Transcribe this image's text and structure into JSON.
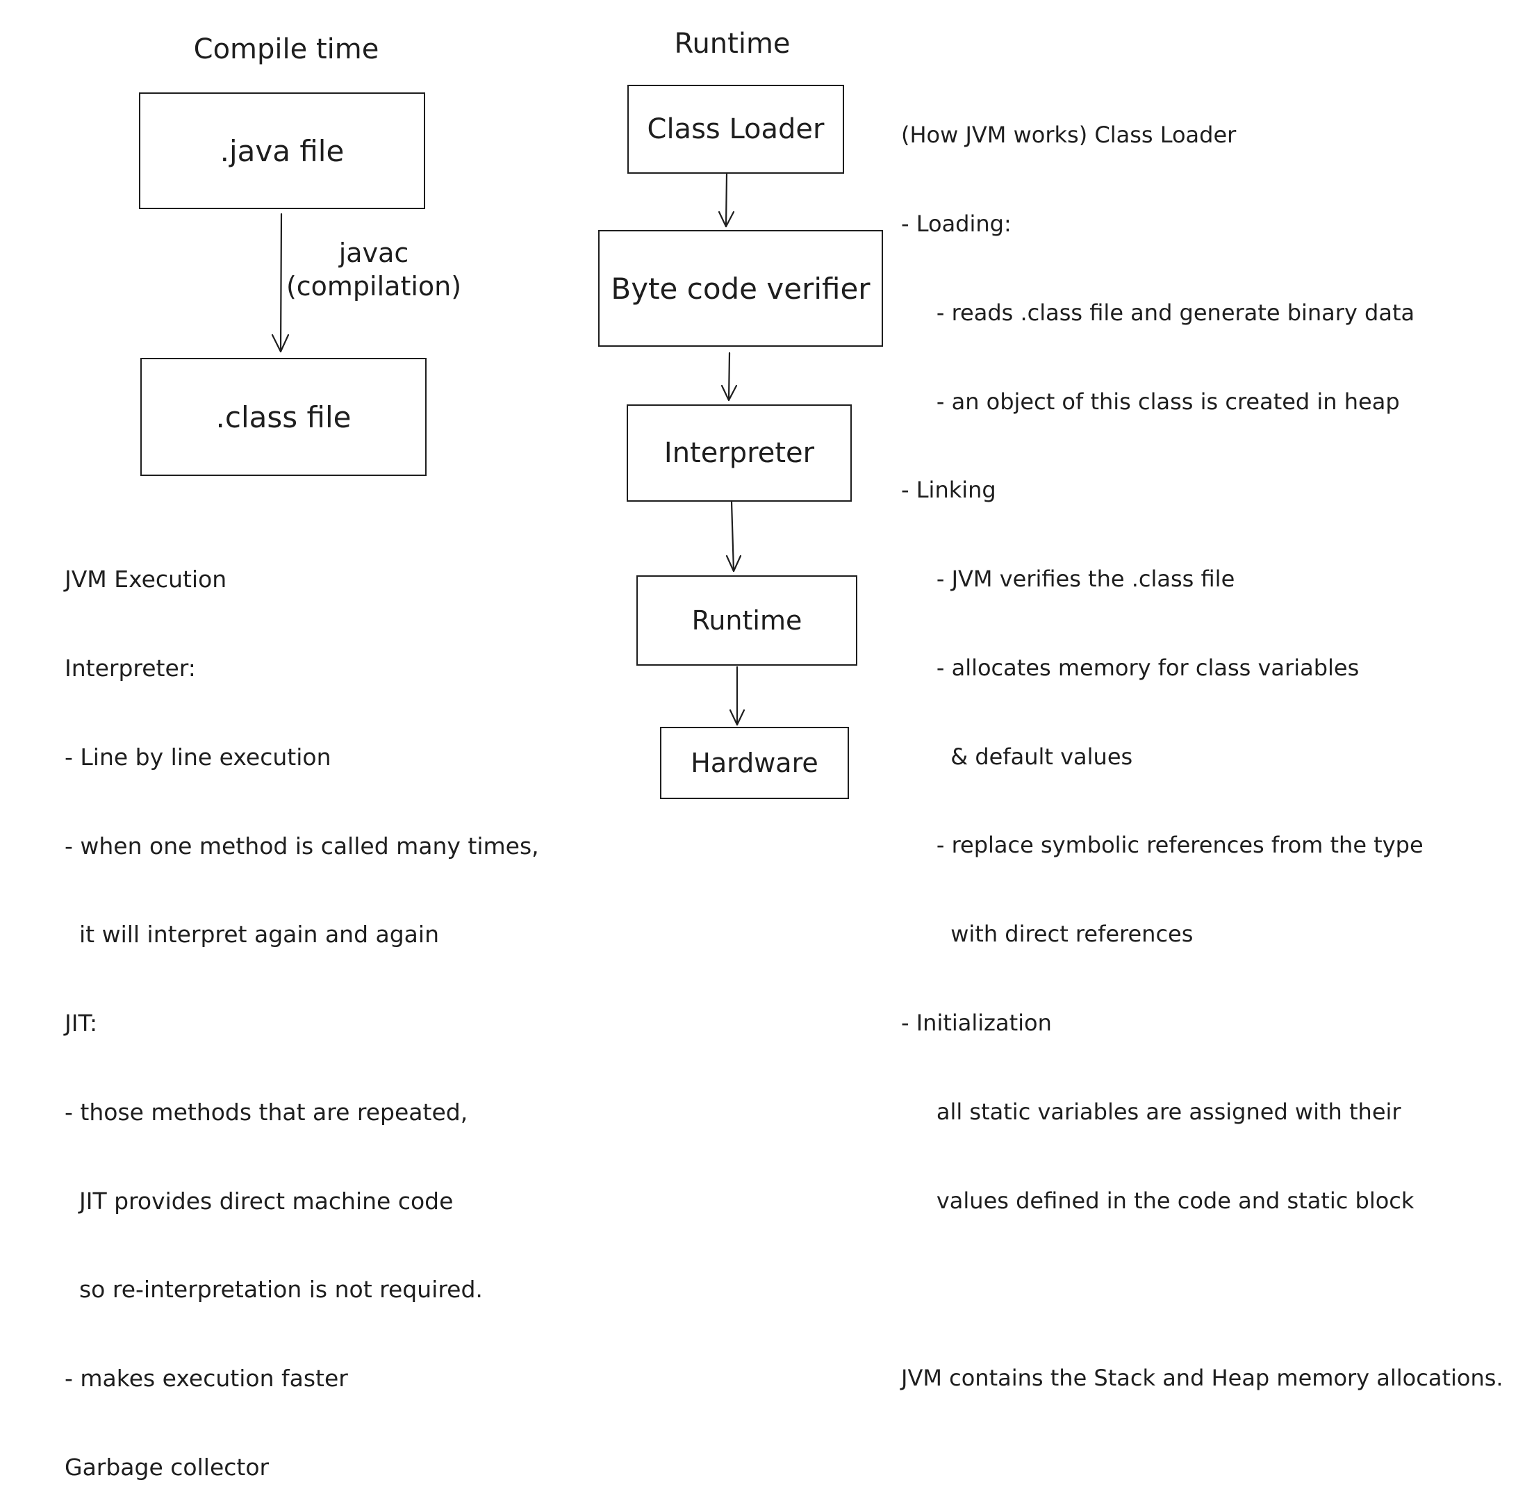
{
  "compile": {
    "heading": "Compile time",
    "java_box": ".java file",
    "arrow_label": [
      "javac",
      "(compilation)"
    ],
    "class_box": ".class file"
  },
  "runtime": {
    "heading": "Runtime",
    "boxes": [
      "Class Loader",
      "Byte code verifier",
      "Interpreter",
      "Runtime",
      "Hardware"
    ]
  },
  "execution_notes": [
    "JVM Execution",
    "Interpreter:",
    "- Line by line execution",
    "- when one method is called many times,",
    "  it will interpret again and again",
    "JIT:",
    "- those methods that are repeated,",
    "  JIT provides direct machine code",
    "  so re-interpretation is not required.",
    "- makes execution faster",
    "Garbage collector"
  ],
  "loader_notes": [
    "(How JVM works) Class Loader",
    "- Loading:",
    "     - reads .class file and generate binary data",
    "     - an object of this class is created in heap",
    "- Linking",
    "     - JVM verifies the .class file",
    "     - allocates memory for class variables",
    "       & default values",
    "     - replace symbolic references from the type",
    "       with direct references",
    "- Initialization",
    "     all static variables are assigned with their",
    "     values defined in the code and static block",
    "",
    "JVM contains the Stack and Heap memory allocations."
  ],
  "colors": {
    "ink": "#1e1e1e",
    "background": "#ffffff"
  }
}
